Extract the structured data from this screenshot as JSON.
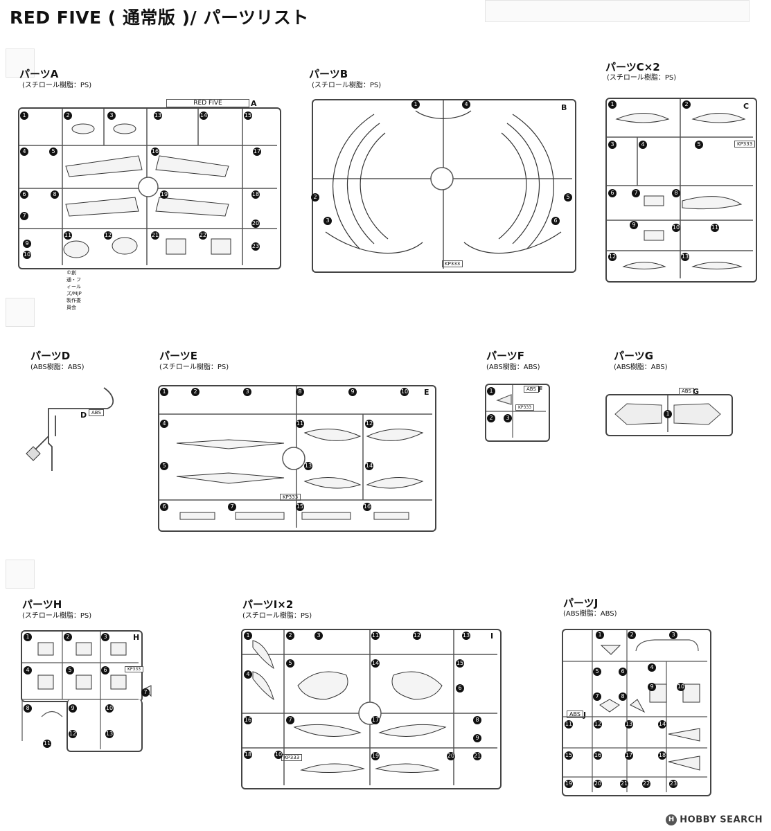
{
  "page": {
    "title": "RED FIVE ( 通常版 )/ パーツリスト"
  },
  "watermark": {
    "brand": "HOBBY SEARCH",
    "logo_letter": "H"
  },
  "parts": [
    {
      "key": "A",
      "title": "パーツA",
      "material": "(スチロール樹脂：PS)",
      "tag": "RED FIVE",
      "letter": "A",
      "copyright": "©創通・フィールズ/MJP製作委員会",
      "numbers": [
        "1",
        "2",
        "3",
        "13",
        "14",
        "15",
        "4",
        "5",
        "16",
        "17",
        "6",
        "8",
        "19",
        "18",
        "7",
        "20",
        "9",
        "10",
        "11",
        "12",
        "21",
        "22",
        "23"
      ]
    },
    {
      "key": "B",
      "title": "パーツB",
      "material": "(スチロール樹脂：PS)",
      "letter": "B",
      "code": "KP333",
      "numbers": [
        "1",
        "4",
        "2",
        "5",
        "3",
        "6"
      ]
    },
    {
      "key": "C",
      "title": "パーツC×2",
      "material": "(スチロール樹脂：PS)",
      "letter": "C",
      "code": "KP333",
      "numbers": [
        "1",
        "2",
        "3",
        "4",
        "5",
        "6",
        "7",
        "8",
        "9",
        "10",
        "11",
        "12",
        "13"
      ]
    },
    {
      "key": "D",
      "title": "パーツD",
      "material": "(ABS樹脂：ABS)",
      "letter": "D",
      "tag": "ABS",
      "numbers": []
    },
    {
      "key": "E",
      "title": "パーツE",
      "material": "(スチロール樹脂：PS)",
      "letter": "E",
      "code": "KP333",
      "numbers": [
        "1",
        "2",
        "3",
        "8",
        "9",
        "10",
        "4",
        "11",
        "12",
        "5",
        "13",
        "14",
        "6",
        "7",
        "15",
        "16"
      ]
    },
    {
      "key": "F",
      "title": "パーツF",
      "material": "(ABS樹脂：ABS)",
      "letter": "F",
      "tag": "ABS",
      "code": "KP333",
      "numbers": [
        "1",
        "2",
        "3"
      ]
    },
    {
      "key": "G",
      "title": "パーツG",
      "material": "(ABS樹脂：ABS)",
      "letter": "G",
      "tag": "ABS",
      "numbers": [
        "1"
      ]
    },
    {
      "key": "H",
      "title": "パーツH",
      "material": "(スチロール樹脂：PS)",
      "letter": "H",
      "code": "KP333",
      "numbers": [
        "1",
        "2",
        "3",
        "4",
        "5",
        "6",
        "7",
        "8",
        "9",
        "10",
        "11",
        "12",
        "13"
      ]
    },
    {
      "key": "I",
      "title": "パーツI×2",
      "material": "(スチロール樹脂：PS)",
      "letter": "I",
      "code": "KP333",
      "numbers": [
        "1",
        "2",
        "3",
        "11",
        "12",
        "13",
        "4",
        "5",
        "14",
        "15",
        "6",
        "16",
        "7",
        "17",
        "8",
        "18",
        "9",
        "10",
        "19",
        "20",
        "21"
      ]
    },
    {
      "key": "J",
      "title": "パーツJ",
      "material": "(ABS樹脂：ABS)",
      "letter": "J",
      "tag": "ABS",
      "numbers": [
        "1",
        "2",
        "3",
        "4",
        "5",
        "6",
        "7",
        "8",
        "9",
        "10",
        "11",
        "12",
        "13",
        "14",
        "15",
        "16",
        "17",
        "18",
        "19",
        "20",
        "21",
        "22",
        "23"
      ]
    }
  ]
}
